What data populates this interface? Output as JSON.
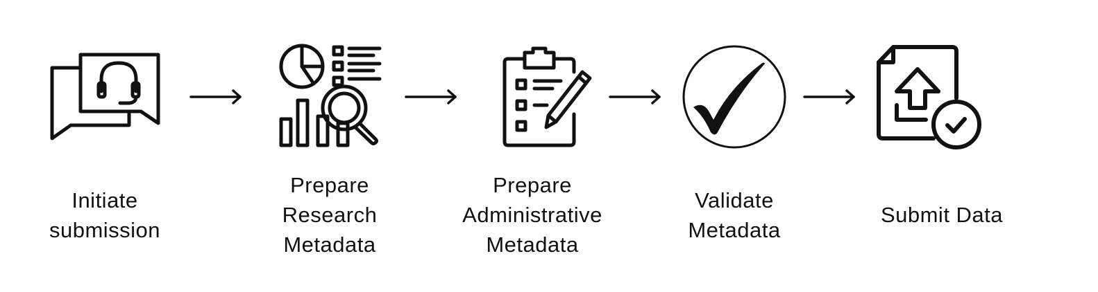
{
  "steps": [
    {
      "icon": "chat-support-headset-icon",
      "lines": [
        "Initiate",
        "submission"
      ]
    },
    {
      "icon": "research-analytics-icon",
      "lines": [
        "Prepare",
        "Research",
        "Metadata"
      ]
    },
    {
      "icon": "clipboard-checklist-pencil-icon",
      "lines": [
        "Prepare",
        "Administrative",
        "Metadata"
      ]
    },
    {
      "icon": "checkmark-circle-icon",
      "lines": [
        "Validate",
        "Metadata"
      ]
    },
    {
      "icon": "document-upload-check-icon",
      "lines": [
        "Submit Data"
      ]
    }
  ],
  "colors": {
    "stroke": "#111111",
    "background": "#ffffff"
  }
}
